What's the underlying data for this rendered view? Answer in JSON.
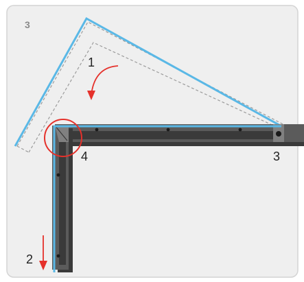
{
  "figure": {
    "corner_label": "3",
    "step_labels": {
      "rotate": "1",
      "slide_down": "2",
      "pivot_right": "3",
      "joint": "4"
    }
  },
  "colors": {
    "background_panel": "#efefef",
    "frame_border": "#d4d4d4",
    "profile_fill": "#5b5b5b",
    "profile_dark": "#3a3a3a",
    "profile_light": "#808080",
    "dot": "#1a1a1a",
    "rail_highlight": "#5ab8e6",
    "arrow_red": "#e5312b",
    "dashed_outline": "#9b9b9b",
    "corner_label": "#8a8a8a",
    "step_label": "#222222"
  }
}
